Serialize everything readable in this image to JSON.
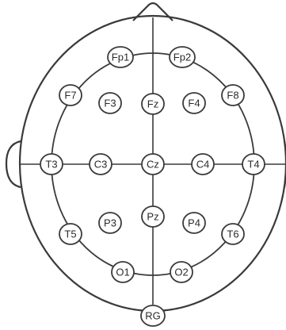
{
  "electrodes": [
    {
      "id": "Fp1",
      "label": "Fp1"
    },
    {
      "id": "Fp2",
      "label": "Fp2"
    },
    {
      "id": "F7",
      "label": "F7"
    },
    {
      "id": "F3",
      "label": "F3"
    },
    {
      "id": "Fz",
      "label": "Fz"
    },
    {
      "id": "F4",
      "label": "F4"
    },
    {
      "id": "F8",
      "label": "F8"
    },
    {
      "id": "T3",
      "label": "T3"
    },
    {
      "id": "C3",
      "label": "C3"
    },
    {
      "id": "Cz",
      "label": "Cz"
    },
    {
      "id": "C4",
      "label": "C4"
    },
    {
      "id": "T4",
      "label": "T4"
    },
    {
      "id": "T5",
      "label": "T5"
    },
    {
      "id": "P3",
      "label": "P3"
    },
    {
      "id": "Pz",
      "label": "Pz"
    },
    {
      "id": "P4",
      "label": "P4"
    },
    {
      "id": "T6",
      "label": "T6"
    },
    {
      "id": "O1",
      "label": "O1"
    },
    {
      "id": "O2",
      "label": "O2"
    },
    {
      "id": "RG",
      "label": "RG"
    }
  ]
}
